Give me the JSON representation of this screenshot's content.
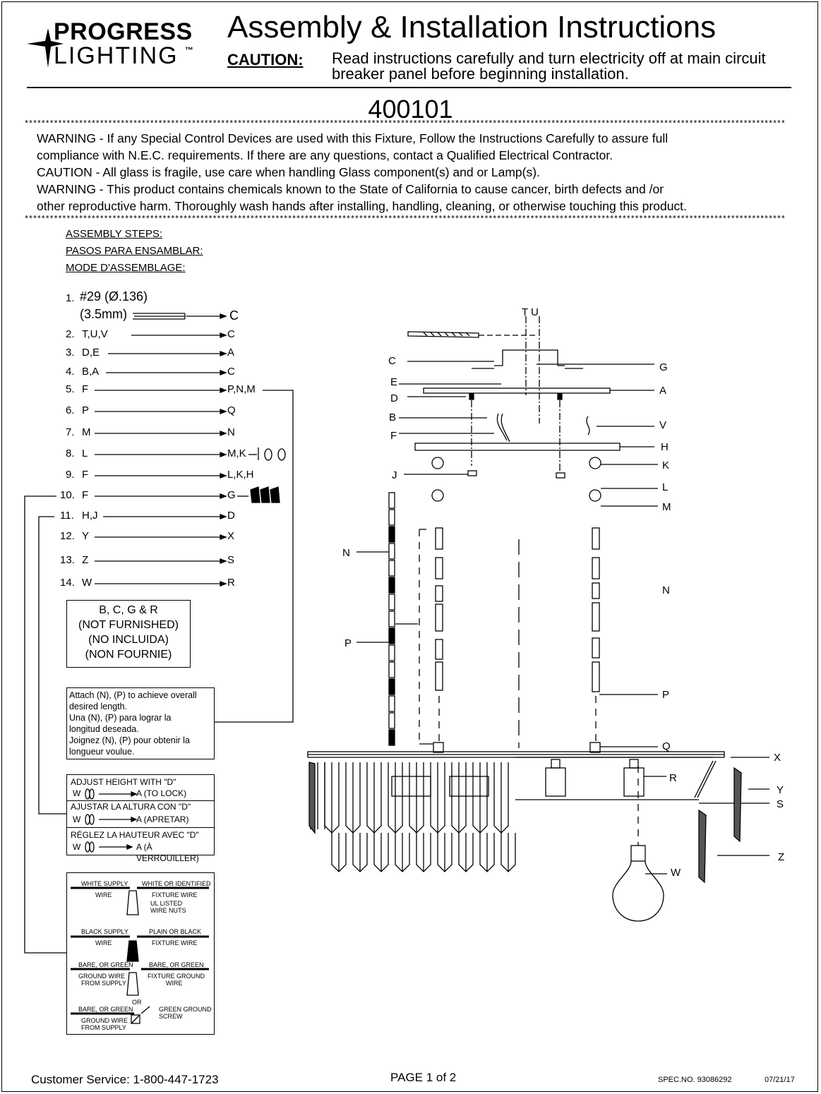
{
  "brand": {
    "line1": "PROGRESS",
    "line2": "LIGHTING",
    "tm": "™"
  },
  "header": {
    "title": "Assembly & Installation Instructions",
    "caution_label": "CAUTION:",
    "caution_text": "Read instructions carefully and turn electricity off at main circuit breaker panel before beginning installation."
  },
  "model_number": "400101",
  "warnings": [
    "WARNING - If any Special Control Devices are used with this Fixture, Follow the Instructions Carefully to assure full",
    "compliance with N.E.C. requirements. If there are any questions, contact a Qualified Electrical Contractor.",
    "CAUTION - All glass is fragile, use care when handling Glass component(s) and or Lamp(s).",
    "WARNING - This product contains chemicals known to the State of California to cause cancer, birth defects and /or",
    "other reproductive harm.  Thoroughly wash hands after installing, handling, cleaning, or otherwise touching this product."
  ],
  "assembly_headers": [
    "ASSEMBLY STEPS:",
    "PASOS PARA ENSAMBLAR:",
    "MODE D'ASSEMBLAGE:"
  ],
  "steps": [
    {
      "num": "1.",
      "from": "#29 (Ø.136)",
      "from2": "(3.5mm)",
      "to": "C"
    },
    {
      "num": "2.",
      "from": "T,U,V",
      "to": "C"
    },
    {
      "num": "3.",
      "from": "D,E",
      "to": "A"
    },
    {
      "num": "4.",
      "from": "B,A",
      "to": "C"
    },
    {
      "num": "5.",
      "from": "F",
      "to": "P,N,M"
    },
    {
      "num": "6.",
      "from": "P",
      "to": "Q"
    },
    {
      "num": "7.",
      "from": "M",
      "to": "N"
    },
    {
      "num": "8.",
      "from": "L",
      "to": "M,K"
    },
    {
      "num": "9.",
      "from": "F",
      "to": "L,K,H"
    },
    {
      "num": "10.",
      "from": "F",
      "to": "G"
    },
    {
      "num": "11.",
      "from": "H,J",
      "to": "D"
    },
    {
      "num": "12.",
      "from": "Y",
      "to": "X"
    },
    {
      "num": "13.",
      "from": "Z",
      "to": "S"
    },
    {
      "num": "14.",
      "from": "W",
      "to": "R"
    }
  ],
  "not_furnished": [
    "B, C, G & R",
    "(NOT FURNISHED)",
    "(NO INCLUIDA)",
    "(NON FOURNIE)"
  ],
  "length_note": [
    "Attach (N), (P)  to achieve  overall",
    "desired length.",
    "Una  (N), (P) para lograr la",
    "longitud deseada.",
    "Joignez (N), (P)  pour obtenir la",
    "longueur voulue."
  ],
  "adjust": [
    {
      "title": "ADJUST HEIGHT WITH \"D\"",
      "w": "W",
      "a": "A (TO LOCK)"
    },
    {
      "title": "AJUSTAR LA ALTURA CON \"D\"",
      "w": "W",
      "a": "A (APRETAR)"
    },
    {
      "title": "RÉGLEZ LA HAUTEUR AVEC \"D\"",
      "w": "W",
      "a": "A (À VERROUILLER)"
    }
  ],
  "wiring": {
    "white_supply": "WHITE SUPPLY",
    "white_wire": "WIRE",
    "white_fixture": "WHITE OR IDENTIFIED",
    "white_fixture2": "FIXTURE WIRE",
    "ul1": "UL LISTED",
    "ul2": "WIRE NUTS",
    "black_supply": "BLACK SUPPLY",
    "black_wire": "WIRE",
    "black_fixture": "PLAIN OR BLACK",
    "black_fixture2": "FIXTURE WIRE",
    "bare1": "BARE, OR GREEN",
    "ground1": "GROUND WIRE",
    "from1": "FROM SUPPLY",
    "bare2": "BARE, OR GREEN",
    "fixture_ground": "FIXTURE GROUND",
    "fixture_ground2": "WIRE",
    "or": "OR",
    "bare3": "BARE, OR GREEN",
    "ground3": "GROUND WIRE",
    "from3": "FROM SUPPLY",
    "green_screw": "GREEN GROUND",
    "green_screw2": "SCREW"
  },
  "diagram_labels": {
    "TU": "T U",
    "C": "C",
    "G": "G",
    "E": "E",
    "D": "D",
    "A": "A",
    "B": "B",
    "V": "V",
    "F": "F",
    "H": "H",
    "K": "K",
    "J": "J",
    "L": "L",
    "M": "M",
    "N1": "N",
    "N2": "N",
    "P1": "P",
    "P2": "P",
    "Q": "Q",
    "X": "X",
    "R": "R",
    "Y": "Y",
    "S": "S",
    "Z": "Z",
    "W": "W"
  },
  "footer": {
    "customer_service": "Customer Service: 1-800-447-1723",
    "page": "PAGE  1  of  2",
    "spec": "SPEC.NO.  93086292",
    "date": "07/21/17"
  }
}
